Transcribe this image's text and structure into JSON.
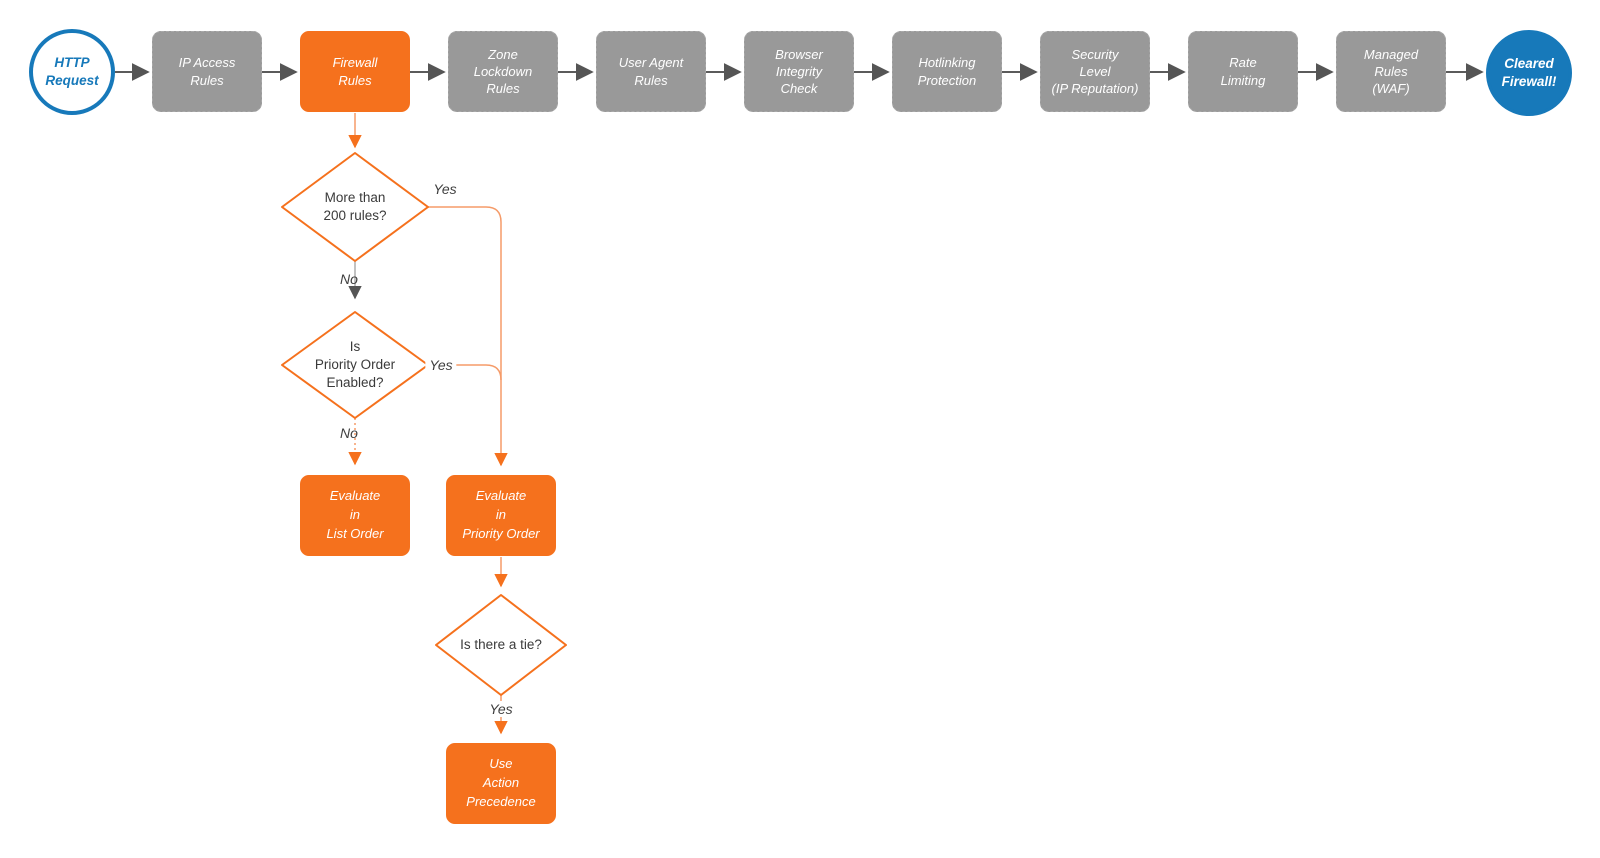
{
  "flow": {
    "start": {
      "label": "HTTP\nRequest"
    },
    "end": {
      "label": "Cleared\nFirewall!"
    },
    "stages": [
      {
        "label": "IP Access\nRules"
      },
      {
        "label": "Firewall\nRules"
      },
      {
        "label": "Zone\nLockdown\nRules"
      },
      {
        "label": "User Agent\nRules"
      },
      {
        "label": "Browser\nIntegrity\nCheck"
      },
      {
        "label": "Hotlinking\nProtection"
      },
      {
        "label": "Security\nLevel\n(IP Reputation)"
      },
      {
        "label": "Rate\nLimiting"
      },
      {
        "label": "Managed\nRules\n(WAF)"
      }
    ],
    "decisions": [
      {
        "label": "More than\n200 rules?"
      },
      {
        "label": "Is\nPriority Order\nEnabled?"
      },
      {
        "label": "Is there a tie?"
      }
    ],
    "actions": [
      {
        "label": "Evaluate\nin\nList Order"
      },
      {
        "label": "Evaluate\nin\nPriority Order"
      },
      {
        "label": "Use\nAction\nPrecedence"
      }
    ],
    "edge_labels": {
      "yes_200": "Yes",
      "no_200": "No",
      "yes_priority": "Yes",
      "no_priority": "No",
      "yes_tie": "Yes"
    },
    "colors": {
      "orange": "#F5711D",
      "orange_line": "#F59B69",
      "gray_node": "#999999",
      "blue": "#1779BA",
      "connector_dark": "#5B5B5B"
    }
  }
}
